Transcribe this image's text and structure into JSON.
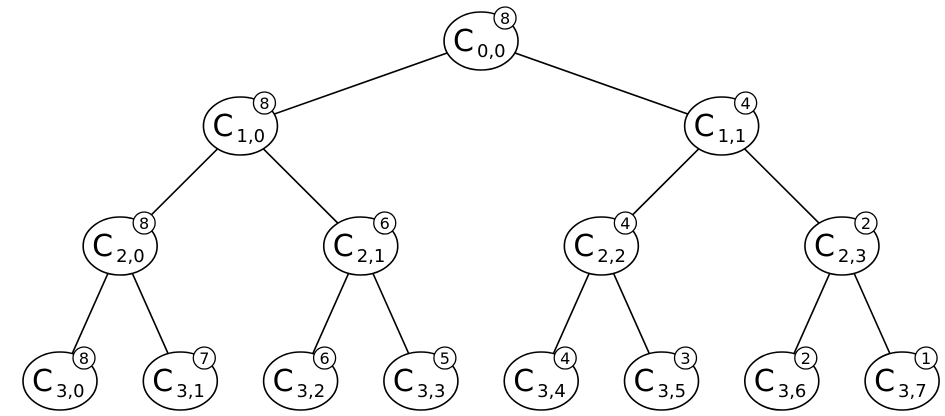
{
  "tree": {
    "nodes": [
      {
        "id": "0-0",
        "letter": "C",
        "sub": "0,0",
        "badge": "8"
      },
      {
        "id": "1-0",
        "letter": "C",
        "sub": "1,0",
        "badge": "8"
      },
      {
        "id": "1-1",
        "letter": "C",
        "sub": "1,1",
        "badge": "4"
      },
      {
        "id": "2-0",
        "letter": "C",
        "sub": "2,0",
        "badge": "8"
      },
      {
        "id": "2-1",
        "letter": "C",
        "sub": "2,1",
        "badge": "6"
      },
      {
        "id": "2-2",
        "letter": "C",
        "sub": "2,2",
        "badge": "4"
      },
      {
        "id": "2-3",
        "letter": "C",
        "sub": "2,3",
        "badge": "2"
      },
      {
        "id": "3-0",
        "letter": "C",
        "sub": "3,0",
        "badge": "8"
      },
      {
        "id": "3-1",
        "letter": "C",
        "sub": "3,1",
        "badge": "7"
      },
      {
        "id": "3-2",
        "letter": "C",
        "sub": "3,2",
        "badge": "6"
      },
      {
        "id": "3-3",
        "letter": "C",
        "sub": "3,3",
        "badge": "5"
      },
      {
        "id": "3-4",
        "letter": "C",
        "sub": "3,4",
        "badge": "4"
      },
      {
        "id": "3-5",
        "letter": "C",
        "sub": "3,5",
        "badge": "3"
      },
      {
        "id": "3-6",
        "letter": "C",
        "sub": "3,6",
        "badge": "2"
      },
      {
        "id": "3-7",
        "letter": "C",
        "sub": "3,7",
        "badge": "1"
      }
    ],
    "edges": [
      [
        "0-0",
        "1-0"
      ],
      [
        "0-0",
        "1-1"
      ],
      [
        "1-0",
        "2-0"
      ],
      [
        "1-0",
        "2-1"
      ],
      [
        "1-1",
        "2-2"
      ],
      [
        "1-1",
        "2-3"
      ],
      [
        "2-0",
        "3-0"
      ],
      [
        "2-0",
        "3-1"
      ],
      [
        "2-1",
        "3-2"
      ],
      [
        "2-1",
        "3-3"
      ],
      [
        "2-2",
        "3-4"
      ],
      [
        "2-2",
        "3-5"
      ],
      [
        "2-3",
        "3-6"
      ],
      [
        "2-3",
        "3-7"
      ]
    ]
  }
}
